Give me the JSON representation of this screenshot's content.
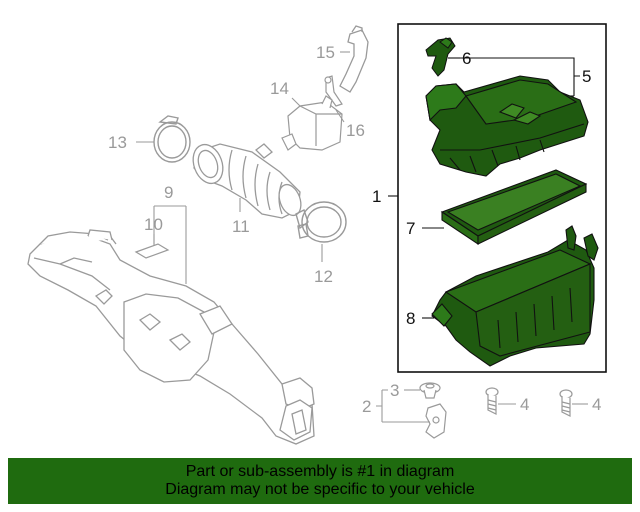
{
  "callouts": {
    "c1": "1",
    "c2": "2",
    "c3": "3",
    "c4a": "4",
    "c4b": "4",
    "c5": "5",
    "c6": "6",
    "c7": "7",
    "c8": "8",
    "c9": "9",
    "c10": "10",
    "c11": "11",
    "c12": "12",
    "c13": "13",
    "c14": "14",
    "c15": "15",
    "c16": "16"
  },
  "colors": {
    "highlight_fill": "#1f5a10",
    "footer_bg": "#1f6b0f",
    "grey_line": "#9a9a9a"
  },
  "footer": {
    "line1": "Part or sub-assembly is #1 in diagram",
    "line2": "Diagram may not be specific to your vehicle"
  }
}
